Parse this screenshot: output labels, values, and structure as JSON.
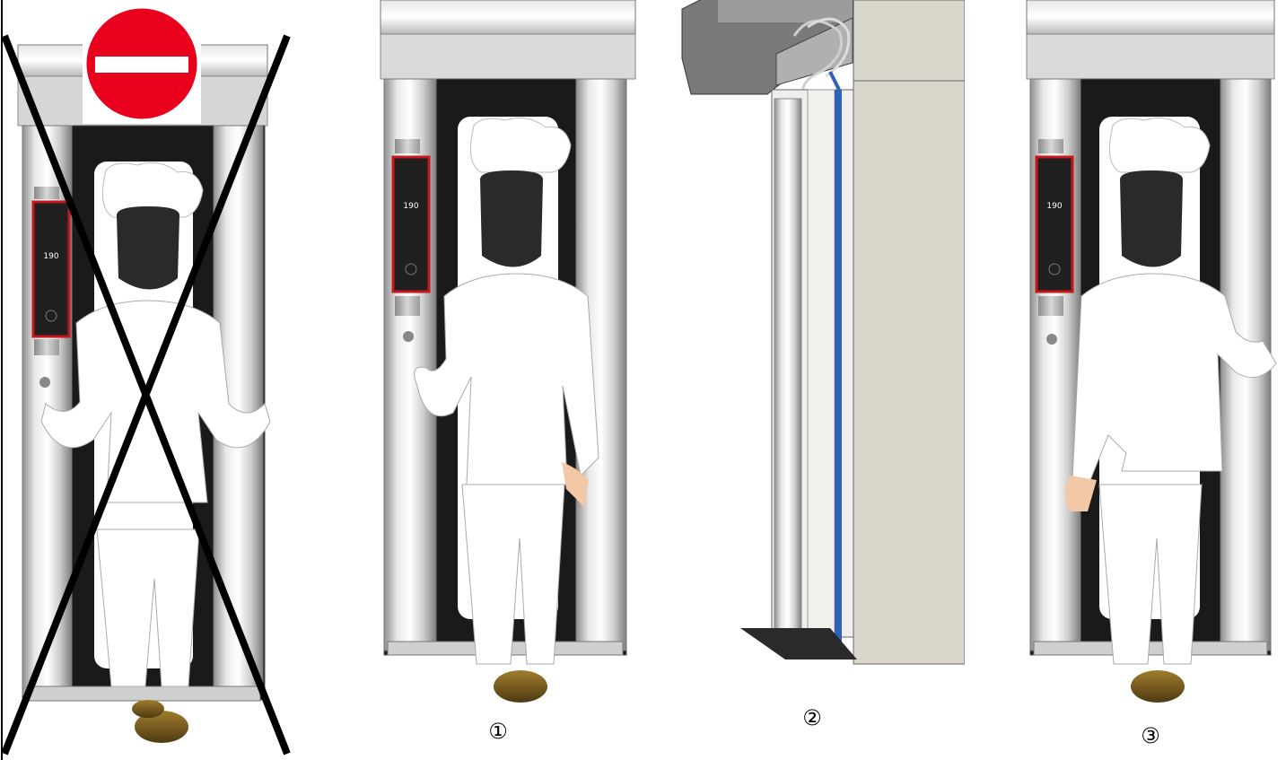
{
  "steps": {
    "one": "①",
    "two": "②",
    "three": "③"
  },
  "icons": {
    "prohibited": "no-entry-sign-icon",
    "forbidden_cross": "x-cross-icon"
  },
  "colors": {
    "no_entry_red": "#e8001c",
    "panel_red": "#c8161d",
    "door_blue": "#2f62b4",
    "shoe": "#7a5a1e"
  },
  "display": {
    "temperature": "190"
  }
}
